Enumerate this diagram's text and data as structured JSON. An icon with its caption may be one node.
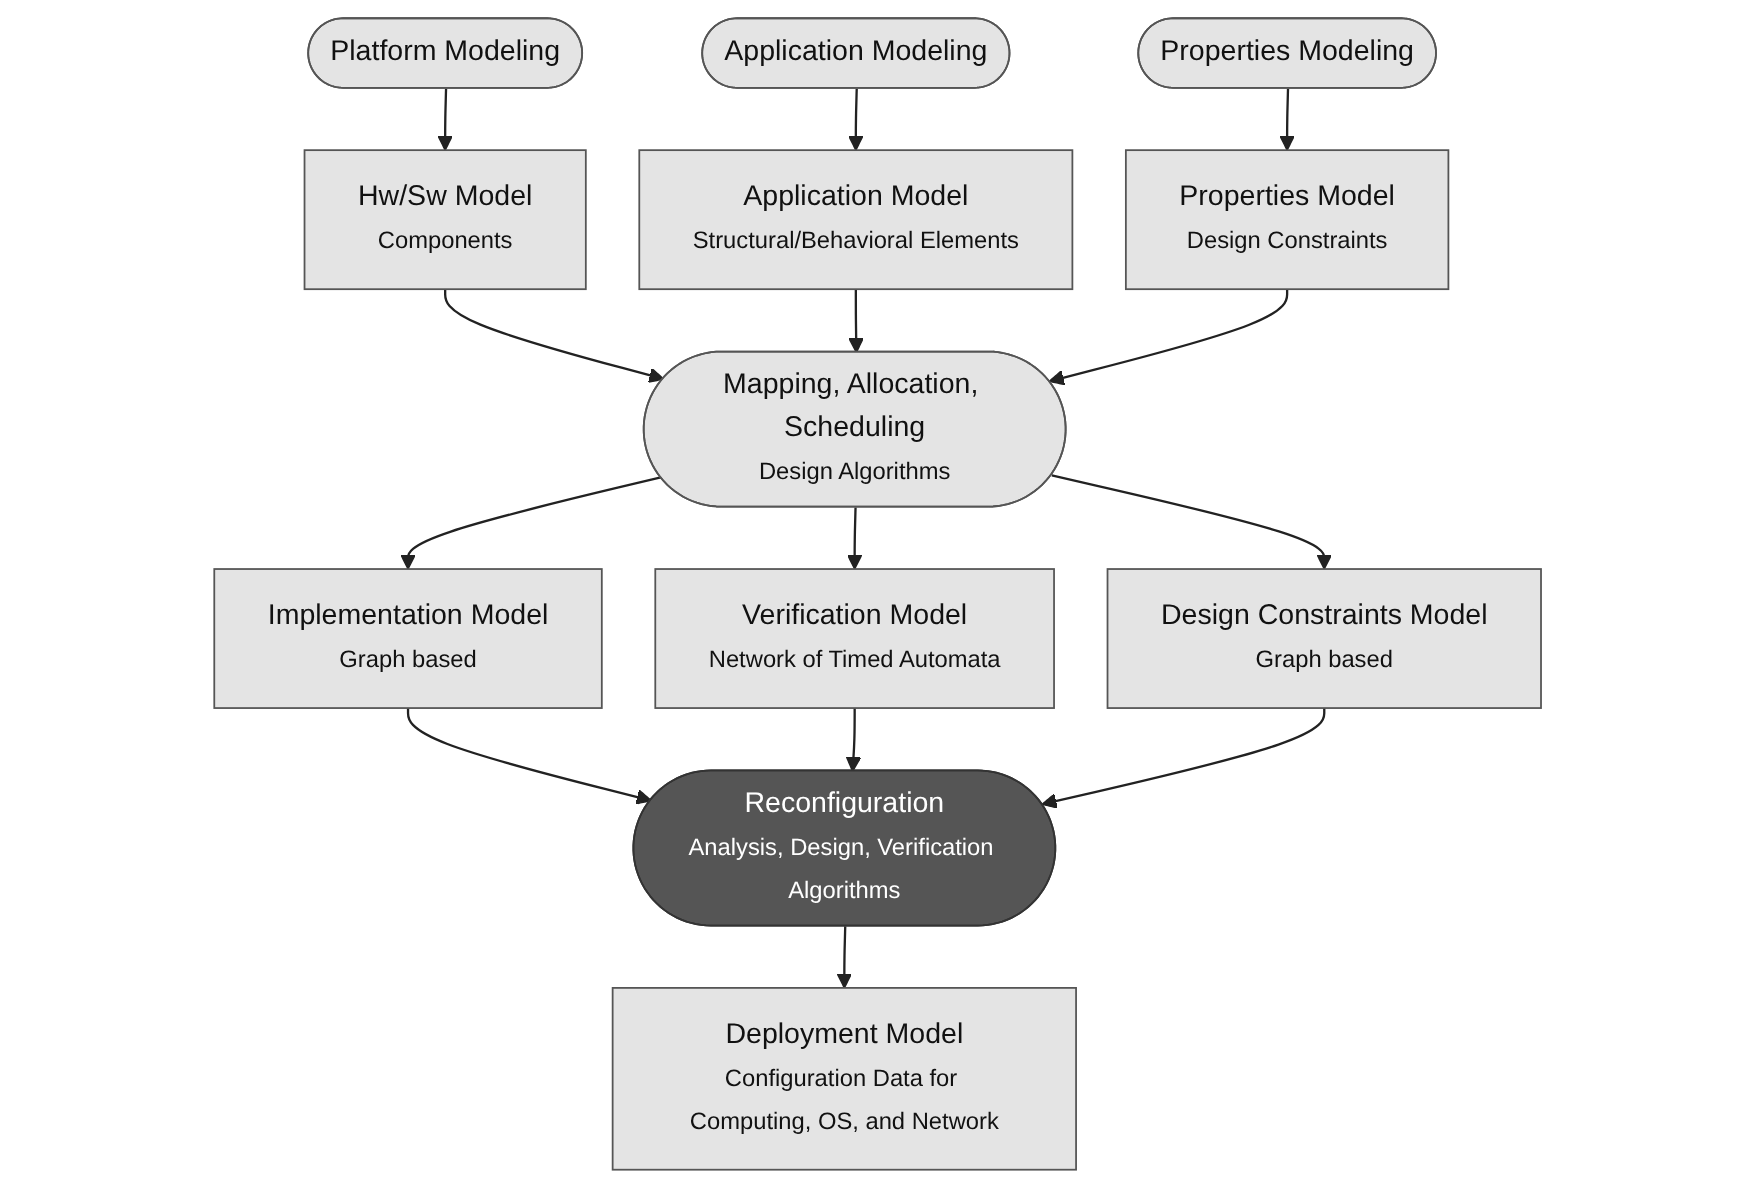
{
  "diagram": {
    "nodes": [
      {
        "text": [
          "Platform Modeling"
        ]
      },
      {
        "text": [
          "Application Modeling"
        ]
      },
      {
        "text": [
          "Properties Modeling"
        ]
      },
      {
        "text": [
          "Hw/Sw Model",
          "Components"
        ]
      },
      {
        "text": [
          "Application Model",
          "Structural/Behavioral Elements"
        ]
      },
      {
        "text": [
          "Properties Model",
          "Design Constraints"
        ]
      },
      {
        "text": [
          "Mapping, Allocation, Scheduling",
          "Design Algorithms"
        ]
      },
      {
        "text": [
          "Implementation Model",
          "Graph based"
        ]
      },
      {
        "text": [
          "Verification Model",
          "Network of Timed Automata"
        ]
      },
      {
        "text": [
          "Design Constraints Model",
          "Graph based"
        ]
      },
      {
        "text": [
          "Reconfiguration",
          "Analysis, Design, Verification Algorithms"
        ]
      },
      {
        "text": [
          "Deployment Model",
          "Configuration Data for Computing, OS, and Network"
        ]
      }
    ],
    "edges": [
      {
        "from": 0,
        "to": 3,
        "arrow": "to"
      },
      {
        "from": 1,
        "to": 4,
        "arrow": "to"
      },
      {
        "from": 2,
        "to": 5,
        "arrow": "to"
      },
      {
        "from": 3,
        "to": 6,
        "arrow": "to"
      },
      {
        "from": 4,
        "to": 6,
        "arrow": "to"
      },
      {
        "from": 5,
        "to": 6,
        "arrow": "to"
      },
      {
        "from": 6,
        "to": 7,
        "arrow": "to"
      },
      {
        "from": 6,
        "to": 8,
        "arrow": "to"
      },
      {
        "from": 6,
        "to": 9,
        "arrow": "to"
      },
      {
        "from": 7,
        "to": 10,
        "arrow": "to"
      },
      {
        "from": 8,
        "to": 10,
        "arrow": "to"
      },
      {
        "from": 9,
        "to": 10,
        "arrow": "to"
      },
      {
        "from": 10,
        "to": 11,
        "arrow": "to"
      }
    ]
  }
}
